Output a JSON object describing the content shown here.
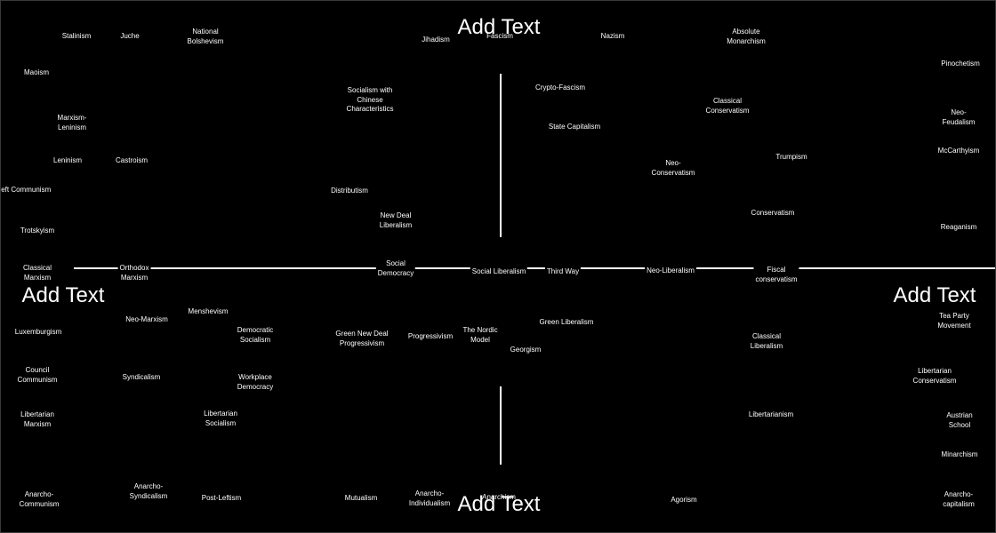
{
  "canvas": {
    "background": "#000000",
    "text_color": "#ffffff",
    "line_color": "#ffffff"
  },
  "axis_labels": {
    "top": "Add Text",
    "bottom": "Add Text",
    "left": "Add Text",
    "right": "Add Text"
  },
  "labels": [
    "Stalinism",
    "Juche",
    "National\nBolshevism",
    "Jihadism",
    "Fascism",
    "Nazism",
    "Absolute\nMonarchism",
    "Maoism",
    "Pinochetism",
    "Socialism with\nChinese\nCharacteristics",
    "Crypto-Fascism",
    "Marxism-\nLeninism",
    "Classical\nConservatism",
    "Neo-Feudalism",
    "State Capitalism",
    "Leninism",
    "Castroism",
    "Neo-\nConservatism",
    "Trumpism",
    "McCarthyism",
    "Left Communism",
    "Distributism",
    "New Deal\nLiberalism",
    "Conservatism",
    "Trotskyism",
    "Reaganism",
    "Classical\nMarxism",
    "Orthodox\nMarxism",
    "Social\nDemocracy",
    "Social Liberalism",
    "Third Way",
    "Neo-Liberalism",
    "Fiscal\nconservatism",
    "Tea Party\nMovement",
    "Neo-Marxism",
    "Menshevism",
    "Democratic\nSocialism",
    "Luxemburgism",
    "Green New Deal\nProgressivism",
    "Progressivism",
    "The Nordic\nModel",
    "Green Liberalism",
    "Georgism",
    "Classical\nLiberalism",
    "Council\nCommunism",
    "Syndicalism",
    "Workplace\nDemocracy",
    "Libertarian\nConservatism",
    "Libertarian\nMarxism",
    "Libertarian\nSocialism",
    "Libertarianism",
    "Austrian School",
    "Minarchism",
    "Anarcho-\nCommunism",
    "Anarcho-\nSyndicalism",
    "Post-Leftism",
    "Mutualism",
    "Anarcho-\nIndividualism",
    "Anarchism",
    "Agorism",
    "Anarcho-\ncapitalism"
  ]
}
